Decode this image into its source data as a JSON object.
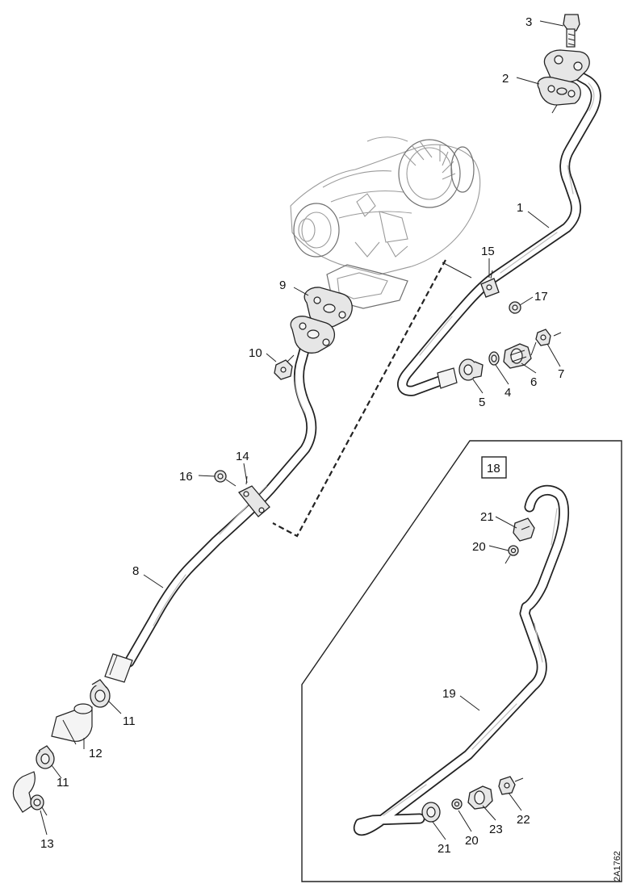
{
  "callouts": {
    "c1": "1",
    "c2": "2",
    "c3": "3",
    "c4": "4",
    "c5": "5",
    "c6": "6",
    "c7": "7",
    "c8": "8",
    "c9": "9",
    "c10": "10",
    "c11a": "11",
    "c11b": "11",
    "c12": "12",
    "c13": "13",
    "c14": "14",
    "c15": "15",
    "c16": "16",
    "c17": "17",
    "c18": "18",
    "c19": "19",
    "c20a": "20",
    "c20b": "20",
    "c21a": "21",
    "c21b": "21",
    "c22": "22",
    "c23": "23"
  },
  "reference": "2A1762"
}
